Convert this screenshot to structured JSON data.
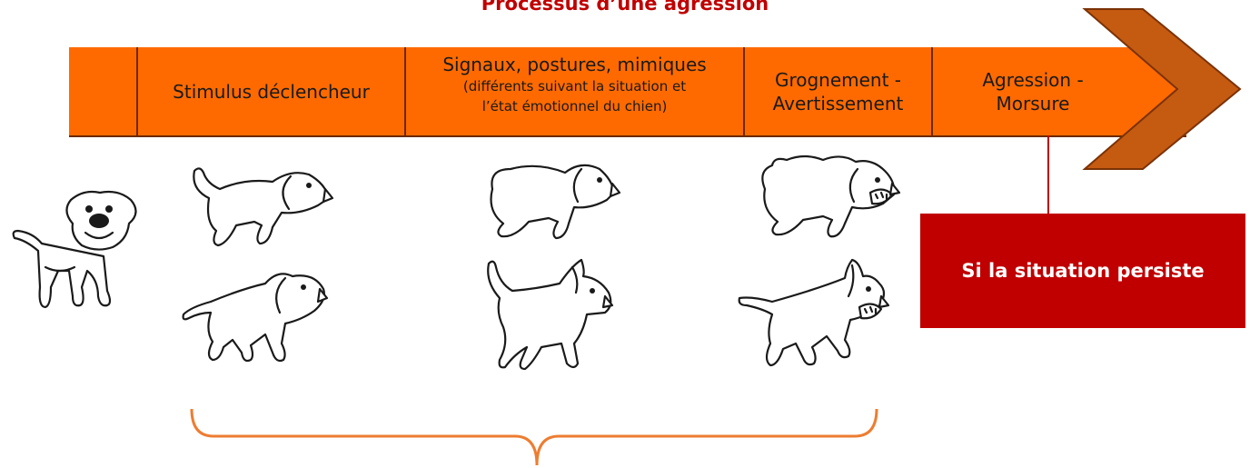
{
  "title": "Processus d’une agression",
  "steps": [
    {
      "lines": [
        ""
      ]
    },
    {
      "label": "Stimulus déclencheur"
    },
    {
      "label": "Signaux, postures, mimiques",
      "sub1": "(différents suivant la situation et",
      "sub2": "l’état émotionnel du chien)"
    },
    {
      "line1": "Grognement -",
      "line2": "Avertissement"
    },
    {
      "line1": "Agression -",
      "line2": "Morsure"
    }
  ],
  "callout": "Si la situation persiste",
  "colors": {
    "band": "#ff6a00",
    "chevron": "#c55a11",
    "callout": "#c00000",
    "brace": "#ed7d31",
    "title": "#c00000"
  }
}
